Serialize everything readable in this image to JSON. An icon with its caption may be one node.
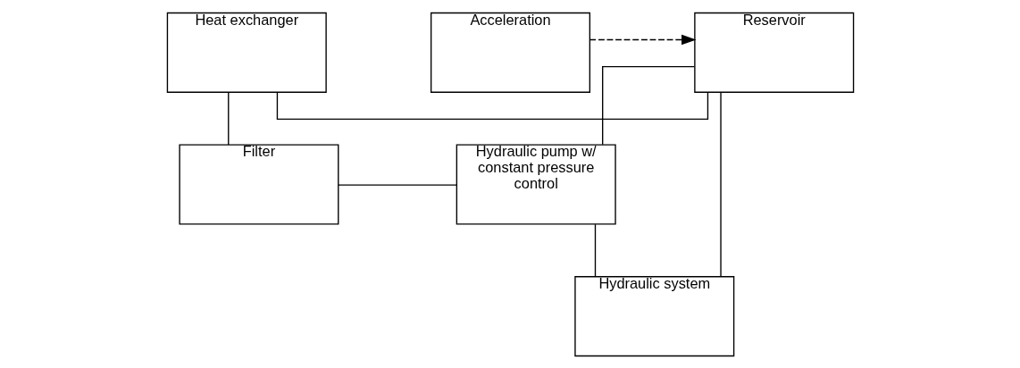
{
  "diagram": {
    "nodes": [
      {
        "text": [
          "Heat exchanger"
        ]
      },
      {
        "text": [
          "Reservoir"
        ]
      },
      {
        "text": [
          "Acceleration"
        ]
      },
      {
        "text": [
          "Filter"
        ]
      },
      {
        "text": [
          "Hydraulic pump w/ constant pressure control"
        ]
      },
      {
        "text": [
          "Hydraulic system"
        ]
      }
    ],
    "edges": [
      {
        "from": 0,
        "to": 1,
        "arrow": "none"
      },
      {
        "from": 2,
        "to": 1,
        "arrow": "to",
        "style": "dashed"
      },
      {
        "from": 0,
        "to": 3,
        "arrow": "none"
      },
      {
        "from": 3,
        "to": 4,
        "arrow": "none"
      },
      {
        "from": 1,
        "to": 4,
        "arrow": "none"
      },
      {
        "from": 4,
        "to": 5,
        "arrow": "none"
      },
      {
        "from": 5,
        "to": 1,
        "arrow": "none"
      }
    ]
  }
}
